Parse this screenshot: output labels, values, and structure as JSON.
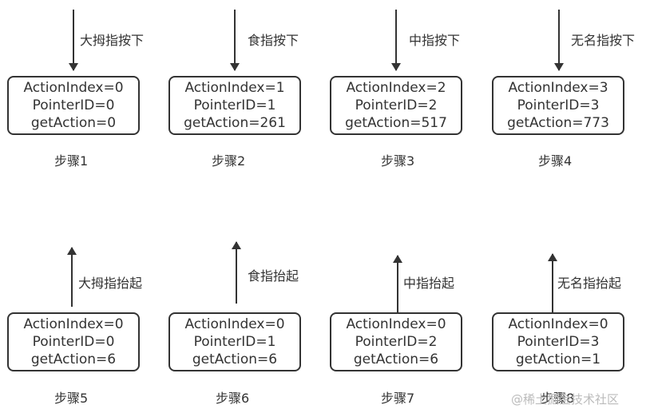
{
  "diagram": {
    "colors": {
      "stroke": "#333333",
      "text": "#333333",
      "background": "#ffffff"
    },
    "rows": [
      {
        "direction": "down",
        "steps": [
          {
            "action_label": "大拇指按下",
            "action_index": "ActionIndex=0",
            "pointer_id": "PointerID=0",
            "get_action": "getAction=0",
            "step_label": "步骤1"
          },
          {
            "action_label": "食指按下",
            "action_index": "ActionIndex=1",
            "pointer_id": "PointerID=1",
            "get_action": "getAction=261",
            "step_label": "步骤2"
          },
          {
            "action_label": "中指按下",
            "action_index": "ActionIndex=2",
            "pointer_id": "PointerID=2",
            "get_action": "getAction=517",
            "step_label": "步骤3"
          },
          {
            "action_label": "无名指按下",
            "action_index": "ActionIndex=3",
            "pointer_id": "PointerID=3",
            "get_action": "getAction=773",
            "step_label": "步骤4"
          }
        ]
      },
      {
        "direction": "up",
        "steps": [
          {
            "action_label": "大拇指抬起",
            "action_index": "ActionIndex=0",
            "pointer_id": "PointerID=0",
            "get_action": "getAction=6",
            "step_label": "步骤5"
          },
          {
            "action_label": "食指抬起",
            "action_index": "ActionIndex=0",
            "pointer_id": "PointerID=1",
            "get_action": "getAction=6",
            "step_label": "步骤6"
          },
          {
            "action_label": "中指抬起",
            "action_index": "ActionIndex=0",
            "pointer_id": "PointerID=2",
            "get_action": "getAction=6",
            "step_label": "步骤7"
          },
          {
            "action_label": "无名指抬起",
            "action_index": "ActionIndex=0",
            "pointer_id": "PointerID=3",
            "get_action": "getAction=1",
            "step_label": "步骤8"
          }
        ]
      }
    ]
  },
  "watermark": "@稀土掘金技术社区"
}
